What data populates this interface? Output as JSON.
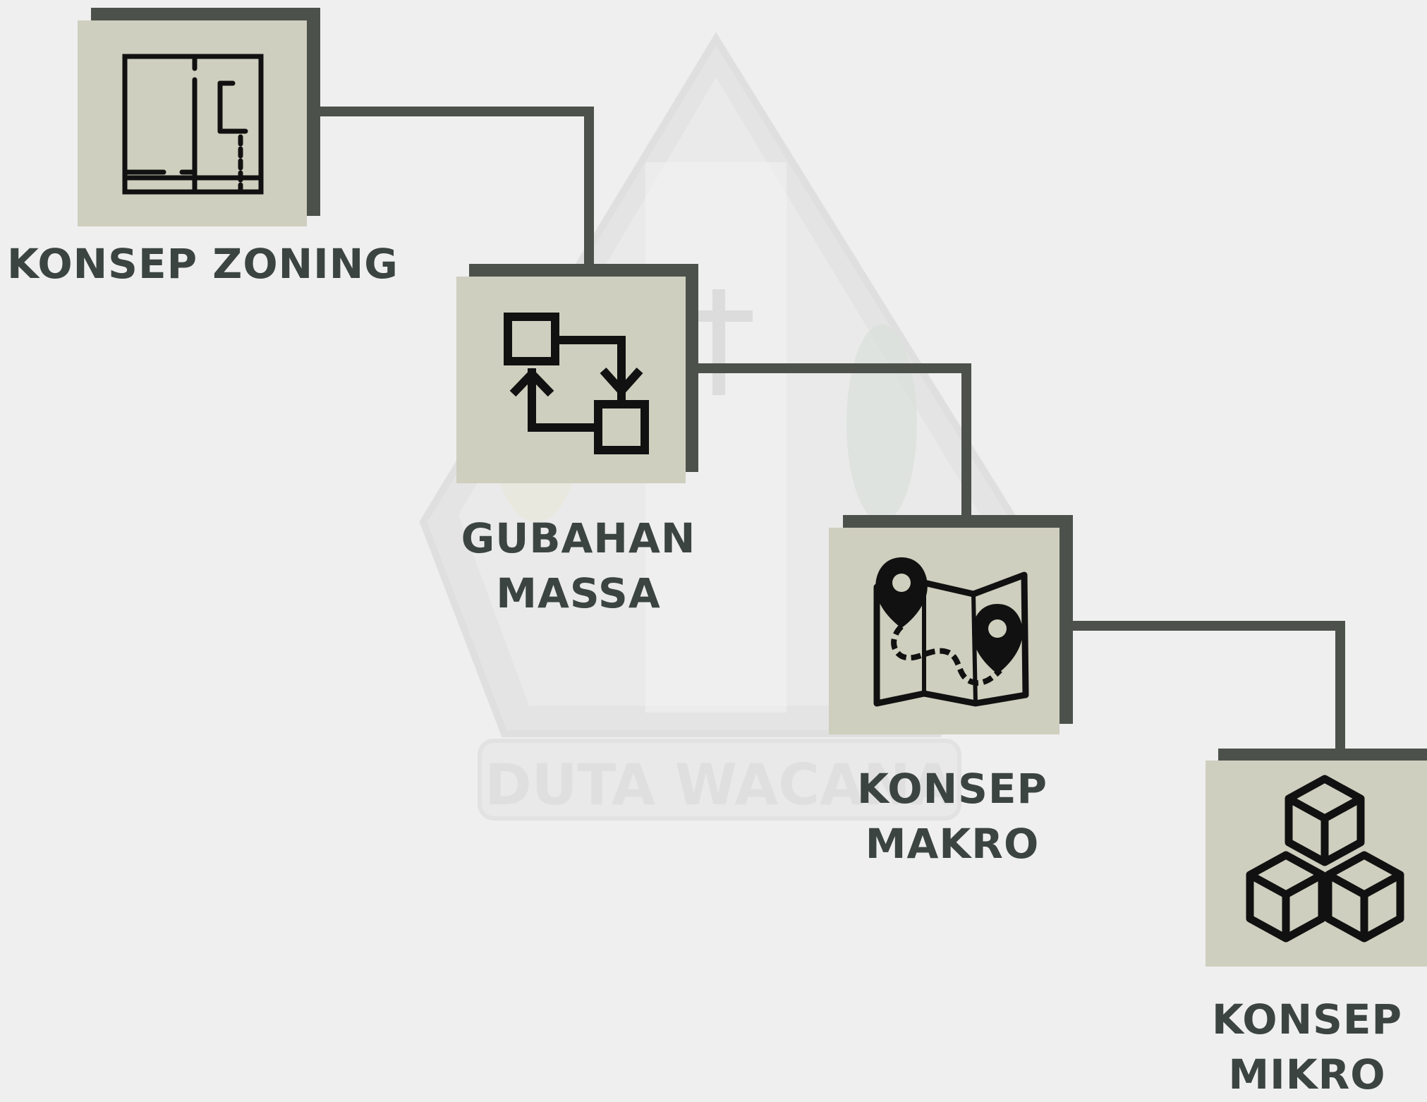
{
  "watermark": {
    "text": "DUTA WACANA"
  },
  "steps": [
    {
      "id": "zoning",
      "lines": [
        "KONSEP ZONING"
      ],
      "icon": "floor-plan-icon"
    },
    {
      "id": "gubahan",
      "lines": [
        "GUBAHAN",
        "MASSA"
      ],
      "icon": "transform-arrows-icon"
    },
    {
      "id": "makro",
      "lines": [
        "KONSEP",
        "MAKRO"
      ],
      "icon": "map-pins-icon"
    },
    {
      "id": "mikro",
      "lines": [
        "KONSEP",
        "MIKRO"
      ],
      "icon": "stacked-cubes-icon"
    }
  ],
  "colors": {
    "background": "#efefef",
    "tile": "#cfcfbf",
    "tile_shadow": "#4c524b",
    "connector": "#4c524b",
    "icon": "#111111",
    "label": "#3b4441"
  }
}
